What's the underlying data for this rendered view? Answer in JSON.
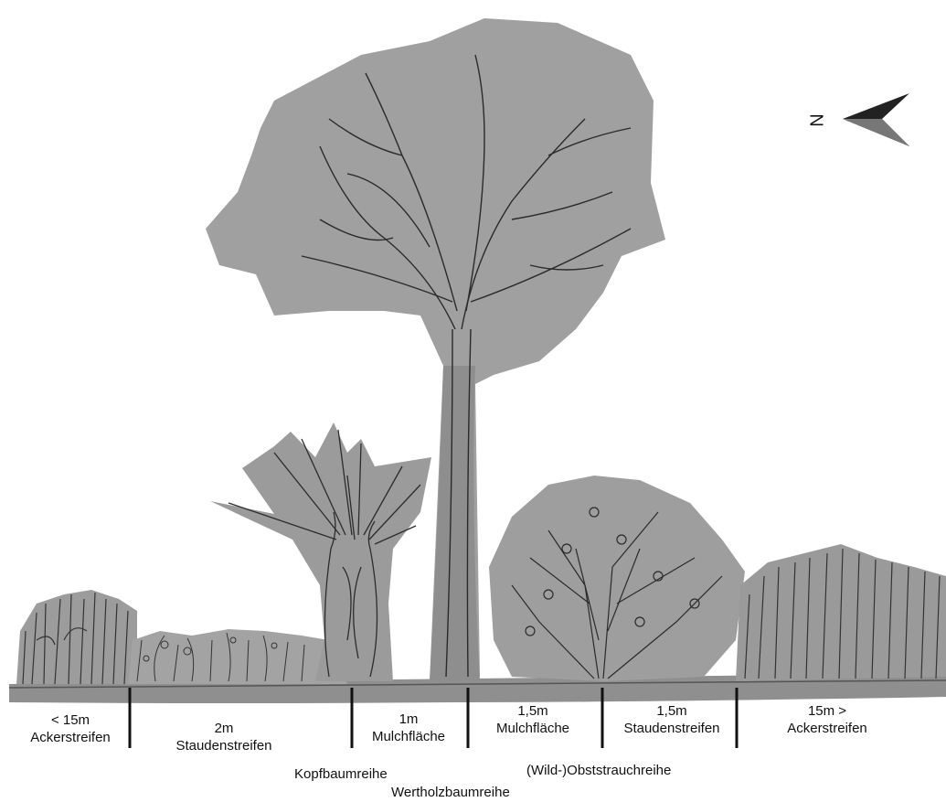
{
  "compass": {
    "label": "N"
  },
  "zones": [
    {
      "width": "< 15m",
      "name": "Ackerstreifen"
    },
    {
      "width": "2m",
      "name": "Staudenstreifen"
    },
    {
      "width": "1m",
      "name": "Mulchfläche"
    },
    {
      "width": "1,5m",
      "name": "Mulchfläche"
    },
    {
      "width": "1,5m",
      "name": "Staudenstreifen"
    },
    {
      "width": "15m >",
      "name": "Ackerstreifen"
    }
  ],
  "rows": [
    {
      "name": "Kopfbaumreihe"
    },
    {
      "name": "Wertholzbaumreihe"
    },
    {
      "name": "(Wild-)Obststrauchreihe"
    }
  ],
  "colors": {
    "foliage": "#9a9a9a",
    "ground": "#8c8c8c",
    "ink": "#2a2a2a",
    "background": "#ffffff"
  }
}
